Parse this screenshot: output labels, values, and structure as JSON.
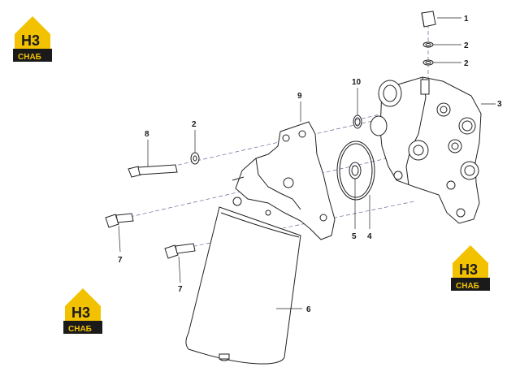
{
  "callouts": {
    "c1": "1",
    "c2a": "2",
    "c2b": "2",
    "c2c": "2",
    "c3": "3",
    "c4": "4",
    "c5": "5",
    "c6": "6",
    "c7a": "7",
    "c7b": "7",
    "c8": "8",
    "c9": "9",
    "c10": "10"
  },
  "watermark": {
    "brand_code": "H3",
    "brand_name": "СНАБ",
    "accent_color": "#f2c200",
    "dark_color": "#1a1a1a"
  }
}
